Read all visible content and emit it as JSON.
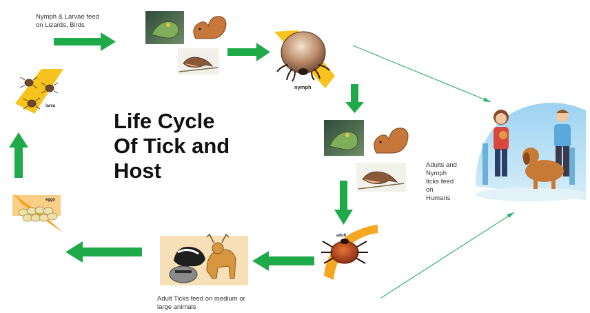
{
  "title_lines": [
    "Life Cycle",
    "Of Tick and",
    "Host"
  ],
  "captions": {
    "nymph_larvae": [
      "Nymph & Larvae feed",
      "on Lizards, Birds"
    ],
    "adults_humans": [
      "Adults and",
      "Nymph",
      "ticks feed",
      "on",
      "Humans"
    ],
    "adult_large": [
      "Adult Ticks feed on medium or",
      "large animals"
    ]
  },
  "stage_tags": {
    "larva": "larva",
    "nymph": "nymph",
    "adult": "adult",
    "eggs": "eggs"
  },
  "colors": {
    "arrow_green": "#1faa4a",
    "thin_line_green": "#33b06a",
    "stage_band_orange": "#f5a623",
    "stage_band_yellow": "#f7c31c",
    "text_dark": "#111111"
  },
  "icons": [
    "lizard-icon",
    "squirrel-icon",
    "bird-icon",
    "tick-icon",
    "skunk-icon",
    "deer-icon",
    "raccoon-icon",
    "family-with-dog-icon"
  ]
}
